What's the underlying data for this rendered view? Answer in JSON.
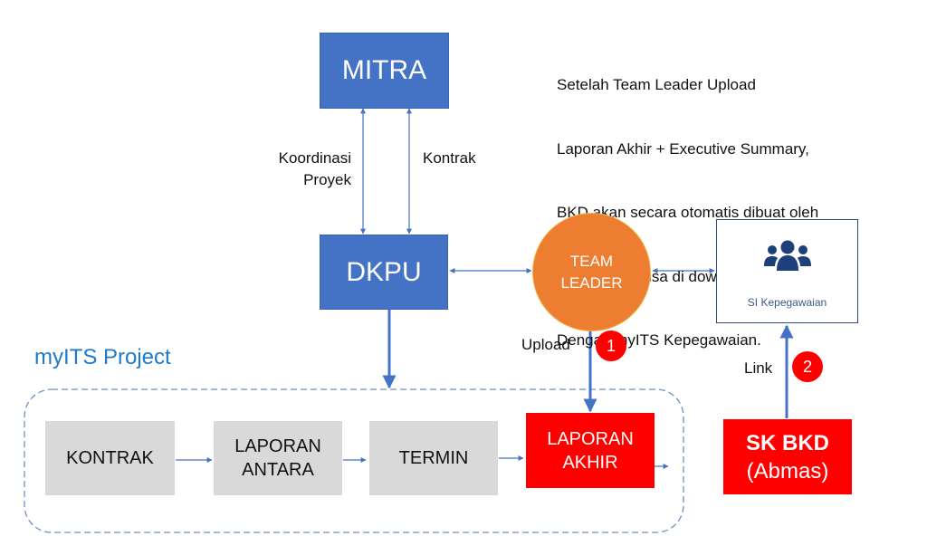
{
  "nodes": {
    "mitra": "MITRA",
    "dkpu": "DKPU",
    "team_leader": [
      "TEAM",
      "LEADER"
    ],
    "si_kepegawaian": "SI Kepegawaian",
    "sk_bkd": [
      "SK BKD",
      "(Abmas)"
    ]
  },
  "edge_labels": {
    "koordinasi": [
      "Koordinasi",
      "Proyek"
    ],
    "kontrak": "Kontrak",
    "upload": "Upload",
    "link": "Link"
  },
  "badges": {
    "step1": "1",
    "step2": "2"
  },
  "note_lines": [
    "Setelah Team Leader Upload",
    "Laporan Akhir + Executive Summary,",
    "BKD akan secara otomatis dibuat oleh",
    "system dan bisa di download (terintegrasi",
    "Dengan myITS Kepegawaian."
  ],
  "project": {
    "title": "myITS Project",
    "steps": [
      {
        "label": [
          "KONTRAK"
        ]
      },
      {
        "label": [
          "LAPORAN",
          "ANTARA"
        ]
      },
      {
        "label": [
          "TERMIN"
        ]
      },
      {
        "label": [
          "LAPORAN",
          "AKHIR"
        ]
      }
    ]
  },
  "icons": {
    "si_kepegawaian": "users-group-icon"
  },
  "colors": {
    "primary_blue": "#4472c4",
    "orange": "#ed7d31",
    "highlight_red": "#ff0000",
    "gray": "#d9d9d9",
    "project_blue": "#1f7ac9",
    "icon_navy": "#1d3f7a"
  }
}
